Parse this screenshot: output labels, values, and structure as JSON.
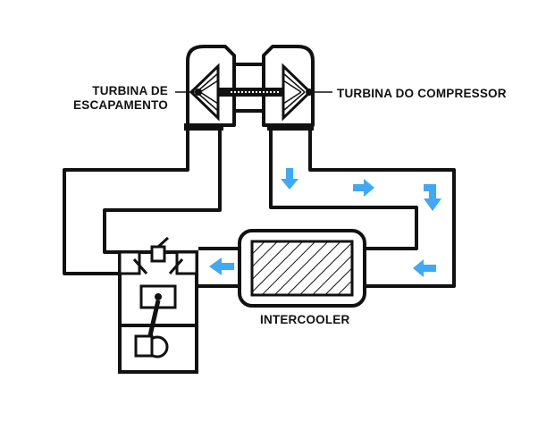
{
  "labels": {
    "exhaust_turbine_line1": "TURBINA DE",
    "exhaust_turbine_line2": "ESCAPAMENTO",
    "compressor_turbine": "TURBINA DO COMPRESSOR",
    "intercooler": "INTERCOOLER"
  },
  "colors": {
    "line": "#111111",
    "background": "#ffffff",
    "flow_arrow": "#3fa9f5"
  },
  "icons": {
    "flow": "arrow-icon",
    "components": [
      "turbocharger-icon",
      "intercooler-core-icon",
      "engine-cylinder-icon"
    ]
  }
}
